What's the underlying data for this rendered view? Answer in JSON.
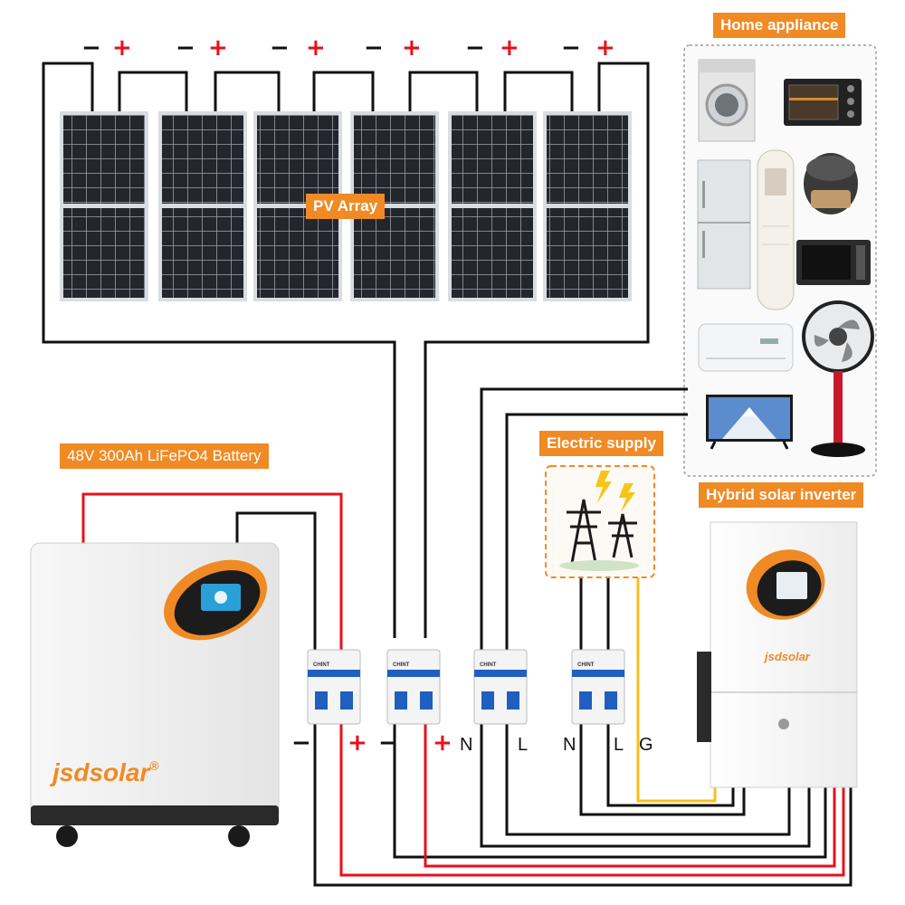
{
  "labels": {
    "pv_array": "PV Array",
    "home_appliance": "Home appliance",
    "battery": "48V 300Ah LiFePO4 Battery",
    "electric_supply": "Electric supply",
    "inverter": "Hybrid solar inverter"
  },
  "pv_terminals": {
    "minus": "−",
    "plus": "+"
  },
  "breaker_terminals": [
    "−",
    "+",
    "−",
    "+",
    "N",
    "L",
    "N",
    "L",
    "G"
  ],
  "brand": "jsdsolar",
  "brand_mark": "®",
  "breaker_brand": "CHINT",
  "colors": {
    "accent": "#f08a24",
    "dc_positive": "#e8101a",
    "dc_negative": "#111111",
    "ground": "#f2c21a",
    "breaker_blue": "#1f5fbf"
  },
  "appliances": [
    "washing-machine",
    "oven",
    "refrigerator",
    "air-conditioner-cabinet",
    "rice-cooker",
    "microwave",
    "air-conditioner",
    "electric-fan",
    "television"
  ]
}
